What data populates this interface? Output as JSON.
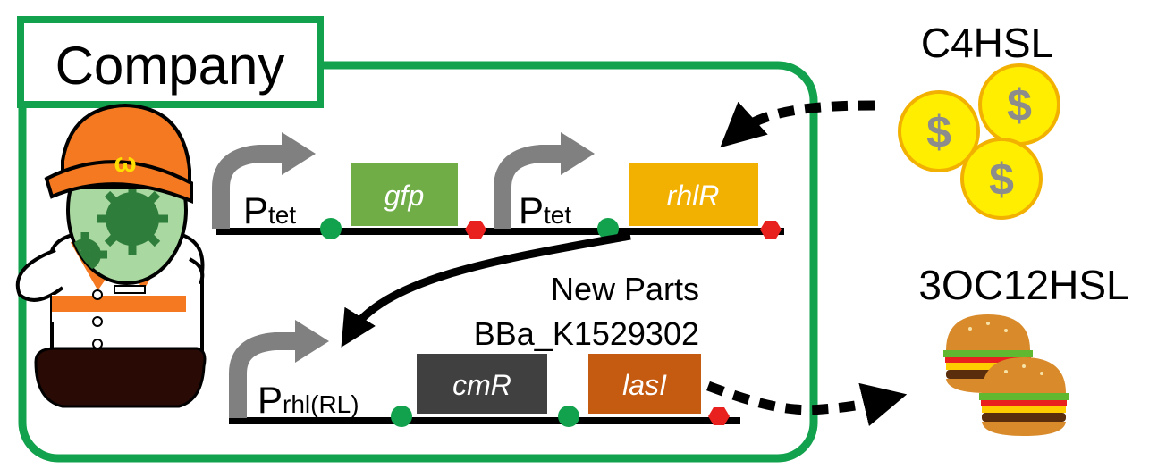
{
  "company_label": "Company",
  "signals": {
    "c4": {
      "label": "C4HSL",
      "icon": "dollar-coin-icon",
      "symbol": "$"
    },
    "oc12": {
      "label": "3OC12HSL",
      "icon": "hamburger-icon"
    }
  },
  "construct1": {
    "promoter1": {
      "main": "P",
      "sub": "tet"
    },
    "gene1": "gfp",
    "promoter2": {
      "main": "P",
      "sub": "tet"
    },
    "gene2": "rhlR"
  },
  "construct2": {
    "promoter": {
      "main": "P",
      "sub": "rhl(RL)"
    },
    "gene1": "cmR",
    "gene2": "lasI"
  },
  "new_parts": {
    "line1": "New Parts",
    "line2": "BBa_K1529302"
  },
  "colors": {
    "border_green": "#12a14c",
    "gfp_box": "#70ad47",
    "rhlR_box": "#f2b100",
    "cmR_box": "#404040",
    "lasI_box": "#c55a11",
    "terminator": "#e8201e",
    "rbs": "#12a14c",
    "promoter_arrow": "#808080",
    "coin_fill": "#ffee00",
    "coin_edge": "#f2b100",
    "mascot_orange": "#f47920"
  }
}
